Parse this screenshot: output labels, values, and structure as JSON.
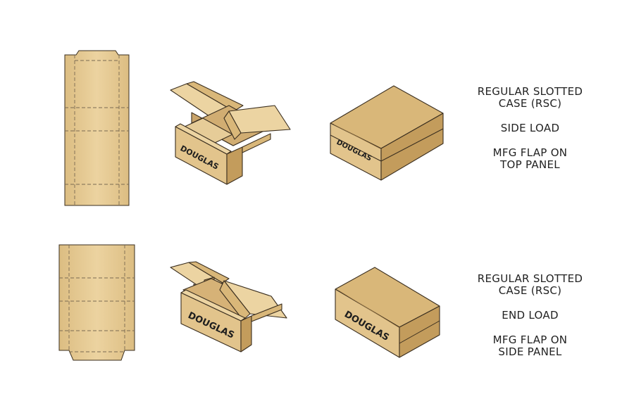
{
  "brand": "DOUGLAS",
  "colors": {
    "board": "#e2c48c",
    "board_light": "#ecd4a2",
    "board_top": "#d9b779",
    "board_dark": "#c39c5c",
    "board_shadow": "#a8834a",
    "edge": "#3a2e1f",
    "score": "#7a6a52",
    "text": "#222222"
  },
  "rows": [
    {
      "id": "side-load",
      "caption": {
        "title_line1": "REGULAR SLOTTED",
        "title_line2": "CASE (RSC)",
        "load": "SIDE LOAD",
        "flap_line1": "MFG FLAP ON",
        "flap_line2": "TOP PANEL"
      }
    },
    {
      "id": "end-load",
      "caption": {
        "title_line1": "REGULAR SLOTTED",
        "title_line2": "CASE (RSC)",
        "load": "END LOAD",
        "flap_line1": "MFG FLAP ON",
        "flap_line2": "SIDE PANEL"
      }
    }
  ]
}
